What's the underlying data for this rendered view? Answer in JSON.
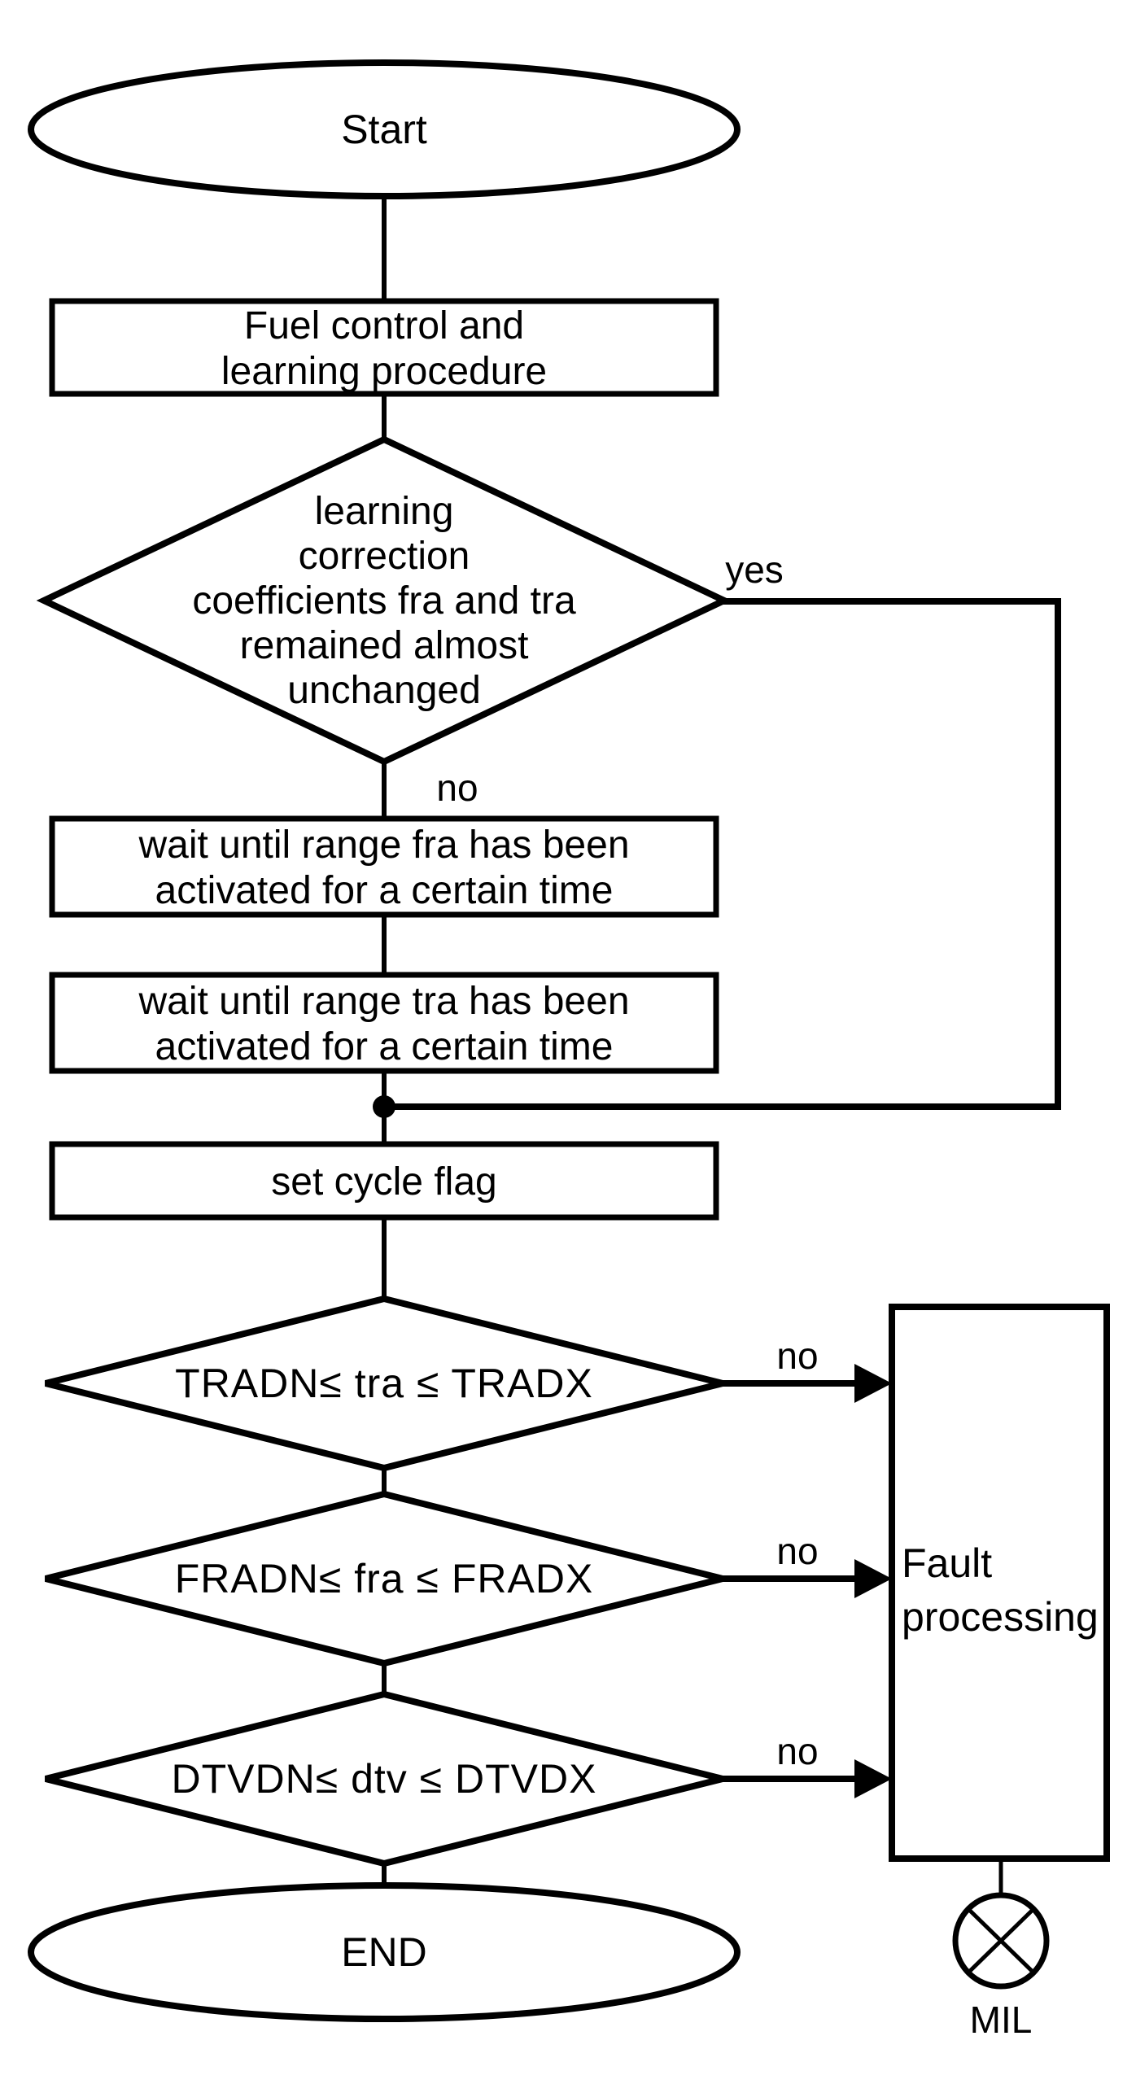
{
  "diagram": {
    "title": "fuel control learning diagnostic flowchart",
    "colors": {
      "stroke": "#000000",
      "background": "#ffffff"
    },
    "start": {
      "label": "Start"
    },
    "fuel": {
      "lines": [
        "Fuel control and",
        "learning procedure"
      ]
    },
    "decision_learning": {
      "lines": [
        "learning",
        "correction",
        "coefficients fra and tra",
        "remained almost",
        "unchanged"
      ],
      "yes_label": "yes",
      "no_label": "no"
    },
    "wait_fra": {
      "lines": [
        "wait until range fra has been",
        "activated for a certain time"
      ]
    },
    "wait_tra": {
      "lines": [
        "wait until range tra has been",
        "activated for a certain time"
      ]
    },
    "set_cycle_flag": {
      "label": "set cycle flag"
    },
    "decision_tra": {
      "label": "TRADN≤ tra ≤ TRADX",
      "no_label": "no"
    },
    "decision_fra": {
      "label": "FRADN≤ fra ≤ FRADX",
      "no_label": "no"
    },
    "decision_dtv": {
      "label": "DTVDN≤ dtv ≤ DTVDX",
      "no_label": "no"
    },
    "fault": {
      "lines": [
        "Fault",
        "processing"
      ]
    },
    "end": {
      "label": "END"
    },
    "mil": {
      "label": "MIL"
    }
  }
}
